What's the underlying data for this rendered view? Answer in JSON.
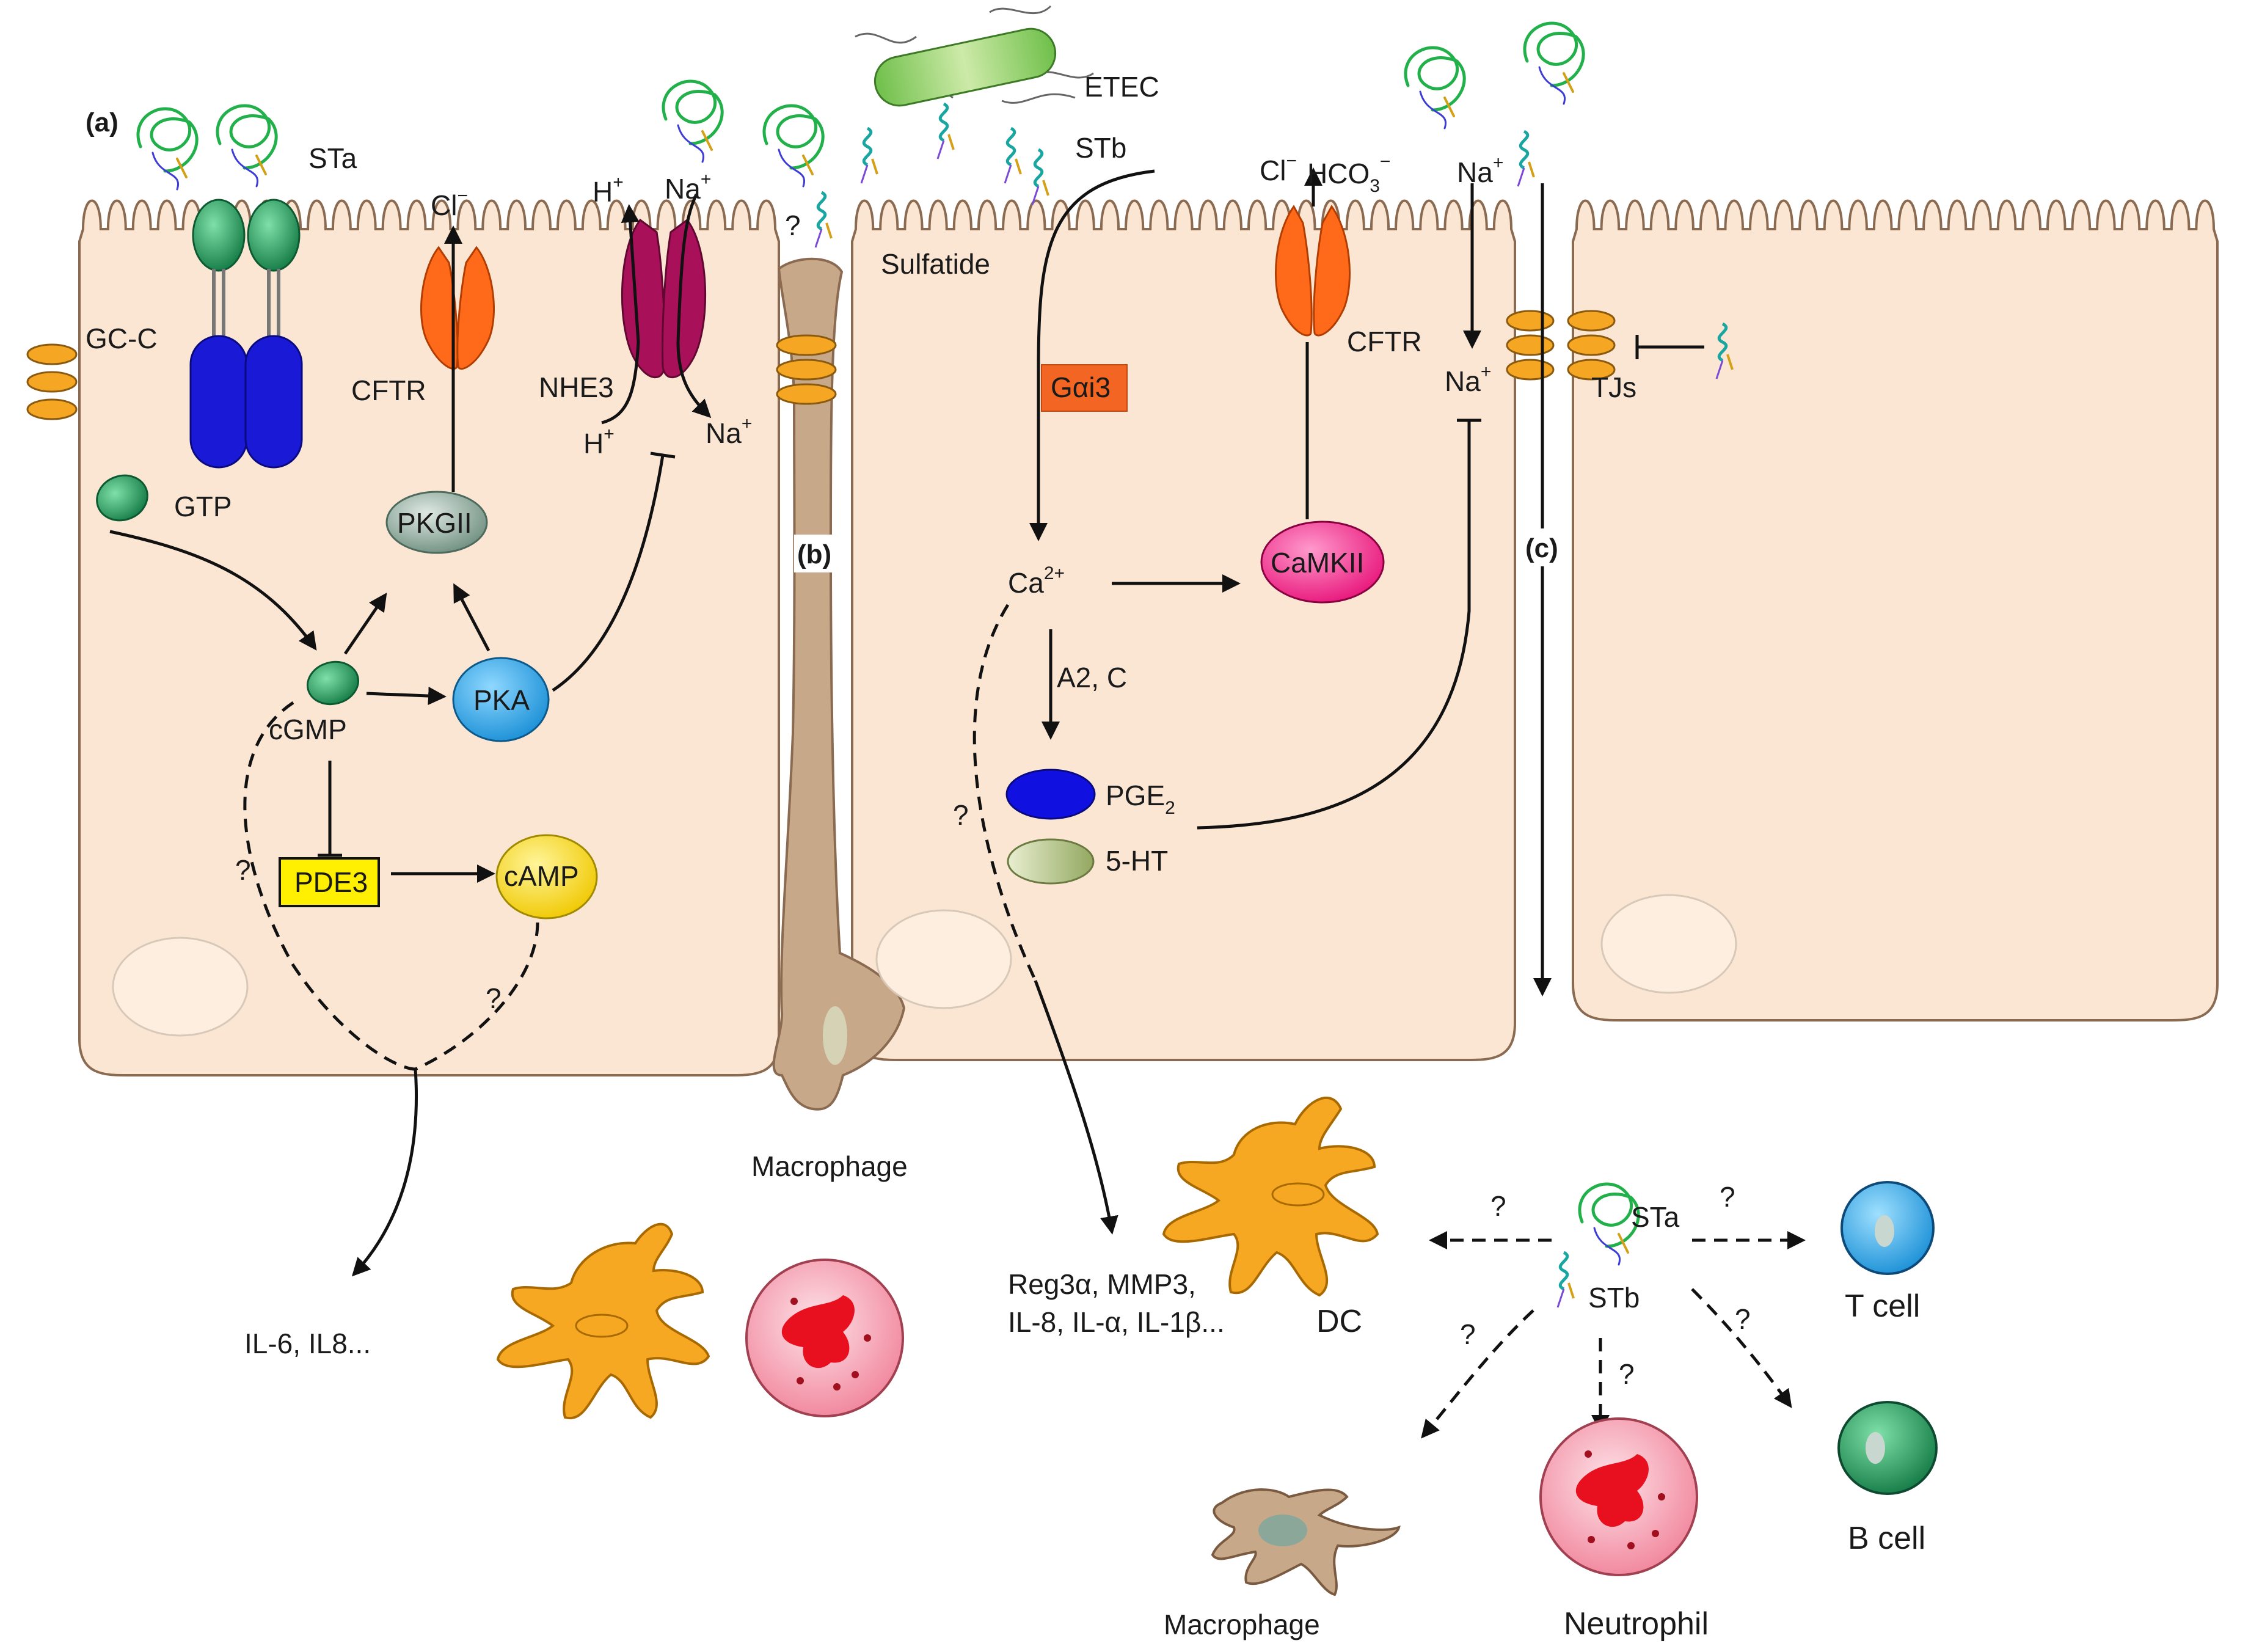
{
  "labels": {
    "panel_a": "(a)",
    "panel_b": "(b)",
    "panel_c": "(c)",
    "sta": "STa",
    "stb": "STb",
    "etec": "ETEC",
    "gcc": "GC-C",
    "cftr": "CFTR",
    "nhe3": "NHE3",
    "gtp": "GTP",
    "pkgii": "PKGII",
    "pka": "PKA",
    "cgmp": "cGMP",
    "pde3": "PDE3",
    "camp": "cAMP",
    "sulfatide": "Sulfatide",
    "galpha": "Gαi3",
    "ca_base": "Ca",
    "ca_sup": "2+",
    "a2c": "A2, C",
    "pge_base": "PGE",
    "pge_sub": "2",
    "ht5": "5-HT",
    "camkii": "CaMKII",
    "tjs": "TJs",
    "macrophage": "Macrophage",
    "il6": "IL-6, IL8...",
    "reg_line1": "Reg3α, MMP3,",
    "reg_line2": "IL-8, IL-α, IL-1β...",
    "dc": "DC",
    "tcell": "T cell",
    "bcell": "B cell",
    "neutrophil": "Neutrophil",
    "question": "?",
    "cl": "Cl",
    "hco3_base": "HCO",
    "hco3_sub": "3",
    "h": "H",
    "na": "Na",
    "plus": "+",
    "minus": "−"
  },
  "colors": {
    "cell_fill": "#fbe6d4",
    "cell_stroke": "#8a6a50",
    "gcc_green": "#1f9a5a",
    "gcc_blue": "#1a1ad6",
    "cftr_orange": "#ff6a1a",
    "nhe3_magenta": "#a8105a",
    "tj_orange": "#f5a623",
    "pkgii_grey": "#8aa79a",
    "pka_blue": "#1a9fe0",
    "camp_yellow": "#f5d800",
    "pde3_yellow": "#ffef00",
    "galpha_orange": "#f26522",
    "camkii_pink": "#e8157a",
    "pge_blue": "#1010e0",
    "ht5_green": "#b9c98a",
    "macrophage_brown": "#c7a98a",
    "dc_orange": "#f7a822",
    "neutrophil_pink": "#f59aaa",
    "nucleus_red": "#e8101e",
    "tcell_blue": "#1ea0e0",
    "bcell_green": "#1a9a5a"
  },
  "icons": [
    "sta-toxin-icon",
    "stb-toxin-icon",
    "etec-bacterium-icon"
  ]
}
